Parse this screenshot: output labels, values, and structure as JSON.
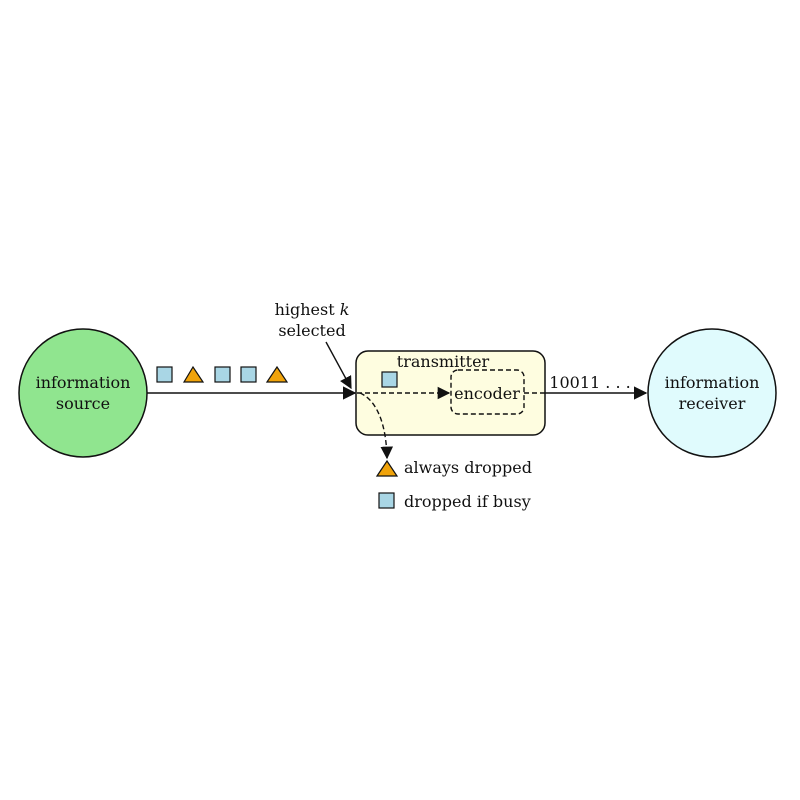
{
  "nodes": {
    "source": {
      "line1": "information",
      "line2": "source",
      "fill": "#90e58f"
    },
    "receiver": {
      "line1": "information",
      "line2": "receiver",
      "fill": "#e0fbfd"
    }
  },
  "transmitter": {
    "label": "transmitter",
    "fill": "#fefde0"
  },
  "encoder": {
    "label": "encoder"
  },
  "selector_note": {
    "line1_prefix": "highest ",
    "line1_var": "k",
    "line2": "selected"
  },
  "output_bits": "10011 . . .",
  "legend": {
    "triangle": {
      "label": "always dropped",
      "fill": "#f0a30a"
    },
    "square": {
      "label": "dropped if busy",
      "fill": "#a9d6e5"
    }
  },
  "packet_queue": [
    "square",
    "triangle",
    "square",
    "square",
    "triangle"
  ],
  "buffered_packet": "square"
}
